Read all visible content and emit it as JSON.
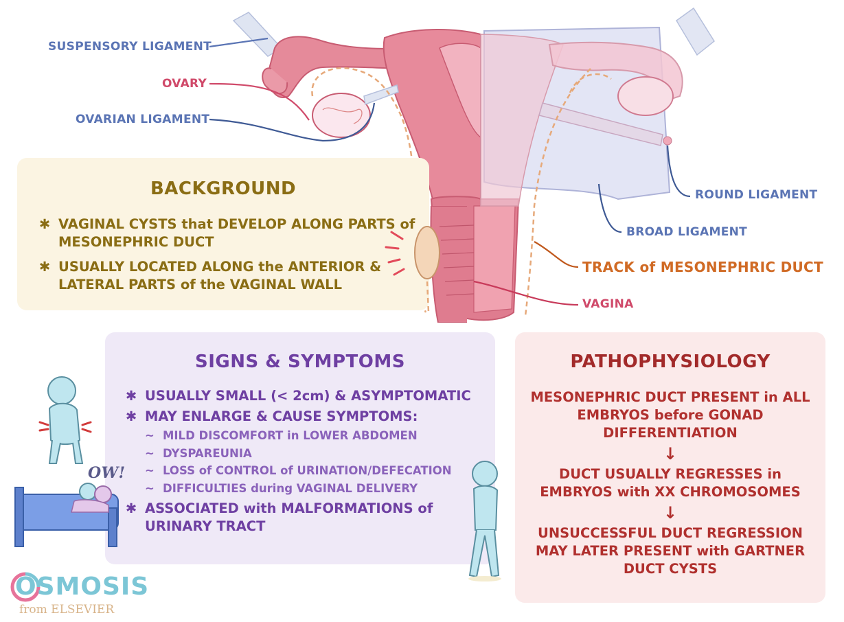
{
  "anatomy_labels": {
    "suspensory_ligament": "SUSPENSORY LIGAMENT",
    "ovary": "OVARY",
    "ovarian_ligament": "OVARIAN LIGAMENT",
    "round_ligament": "ROUND LIGAMENT",
    "broad_ligament": "BROAD LIGAMENT",
    "track_mesonephric_duct": "TRACK of MESONEPHRIC DUCT",
    "vagina": "VAGINA"
  },
  "background": {
    "title": "BACKGROUND",
    "bullets": [
      "VAGINAL CYSTS that DEVELOP ALONG PARTS of MESONEPHRIC DUCT",
      "USUALLY LOCATED ALONG the ANTERIOR & LATERAL PARTS of the VAGINAL WALL"
    ]
  },
  "signs_symptoms": {
    "title": "SIGNS & SYMPTOMS",
    "bullet_1": "USUALLY SMALL (< 2cm) & ASYMPTOMATIC",
    "bullet_2": "MAY ENLARGE & CAUSE SYMPTOMS:",
    "sub_items": [
      "MILD DISCOMFORT in LOWER ABDOMEN",
      "DYSPAREUNIA",
      "LOSS of CONTROL of URINATION/DEFECATION",
      "DIFFICULTIES during VAGINAL DELIVERY"
    ],
    "bullet_3": "ASSOCIATED with MALFORMATIONS of URINARY TRACT",
    "exclamation": "OW!"
  },
  "pathophysiology": {
    "title": "PATHOPHYSIOLOGY",
    "steps": [
      "MESONEPHRIC DUCT PRESENT in ALL EMBRYOS before GONAD DIFFERENTIATION",
      "DUCT USUALLY REGRESSES in EMBRYOS with XX CHROMOSOMES",
      "UNSUCCESSFUL DUCT REGRESSION MAY LATER PRESENT with GARTNER DUCT CYSTS"
    ]
  },
  "logo": {
    "name": "OSMOSIS",
    "sub": "from ELSEVIER"
  },
  "colors": {
    "blue_label": "#5a74b4",
    "pink_label": "#d04a6a",
    "orange_label": "#d06a24",
    "background_panel": "#fbf4e2",
    "signs_panel": "#efe9f7",
    "patho_panel": "#fbeaea"
  },
  "icons": [
    "bullet-asterisk-icon",
    "down-arrow-icon",
    "person-abdominal-pain-icon",
    "person-in-bed-icon",
    "person-urgency-icon"
  ]
}
